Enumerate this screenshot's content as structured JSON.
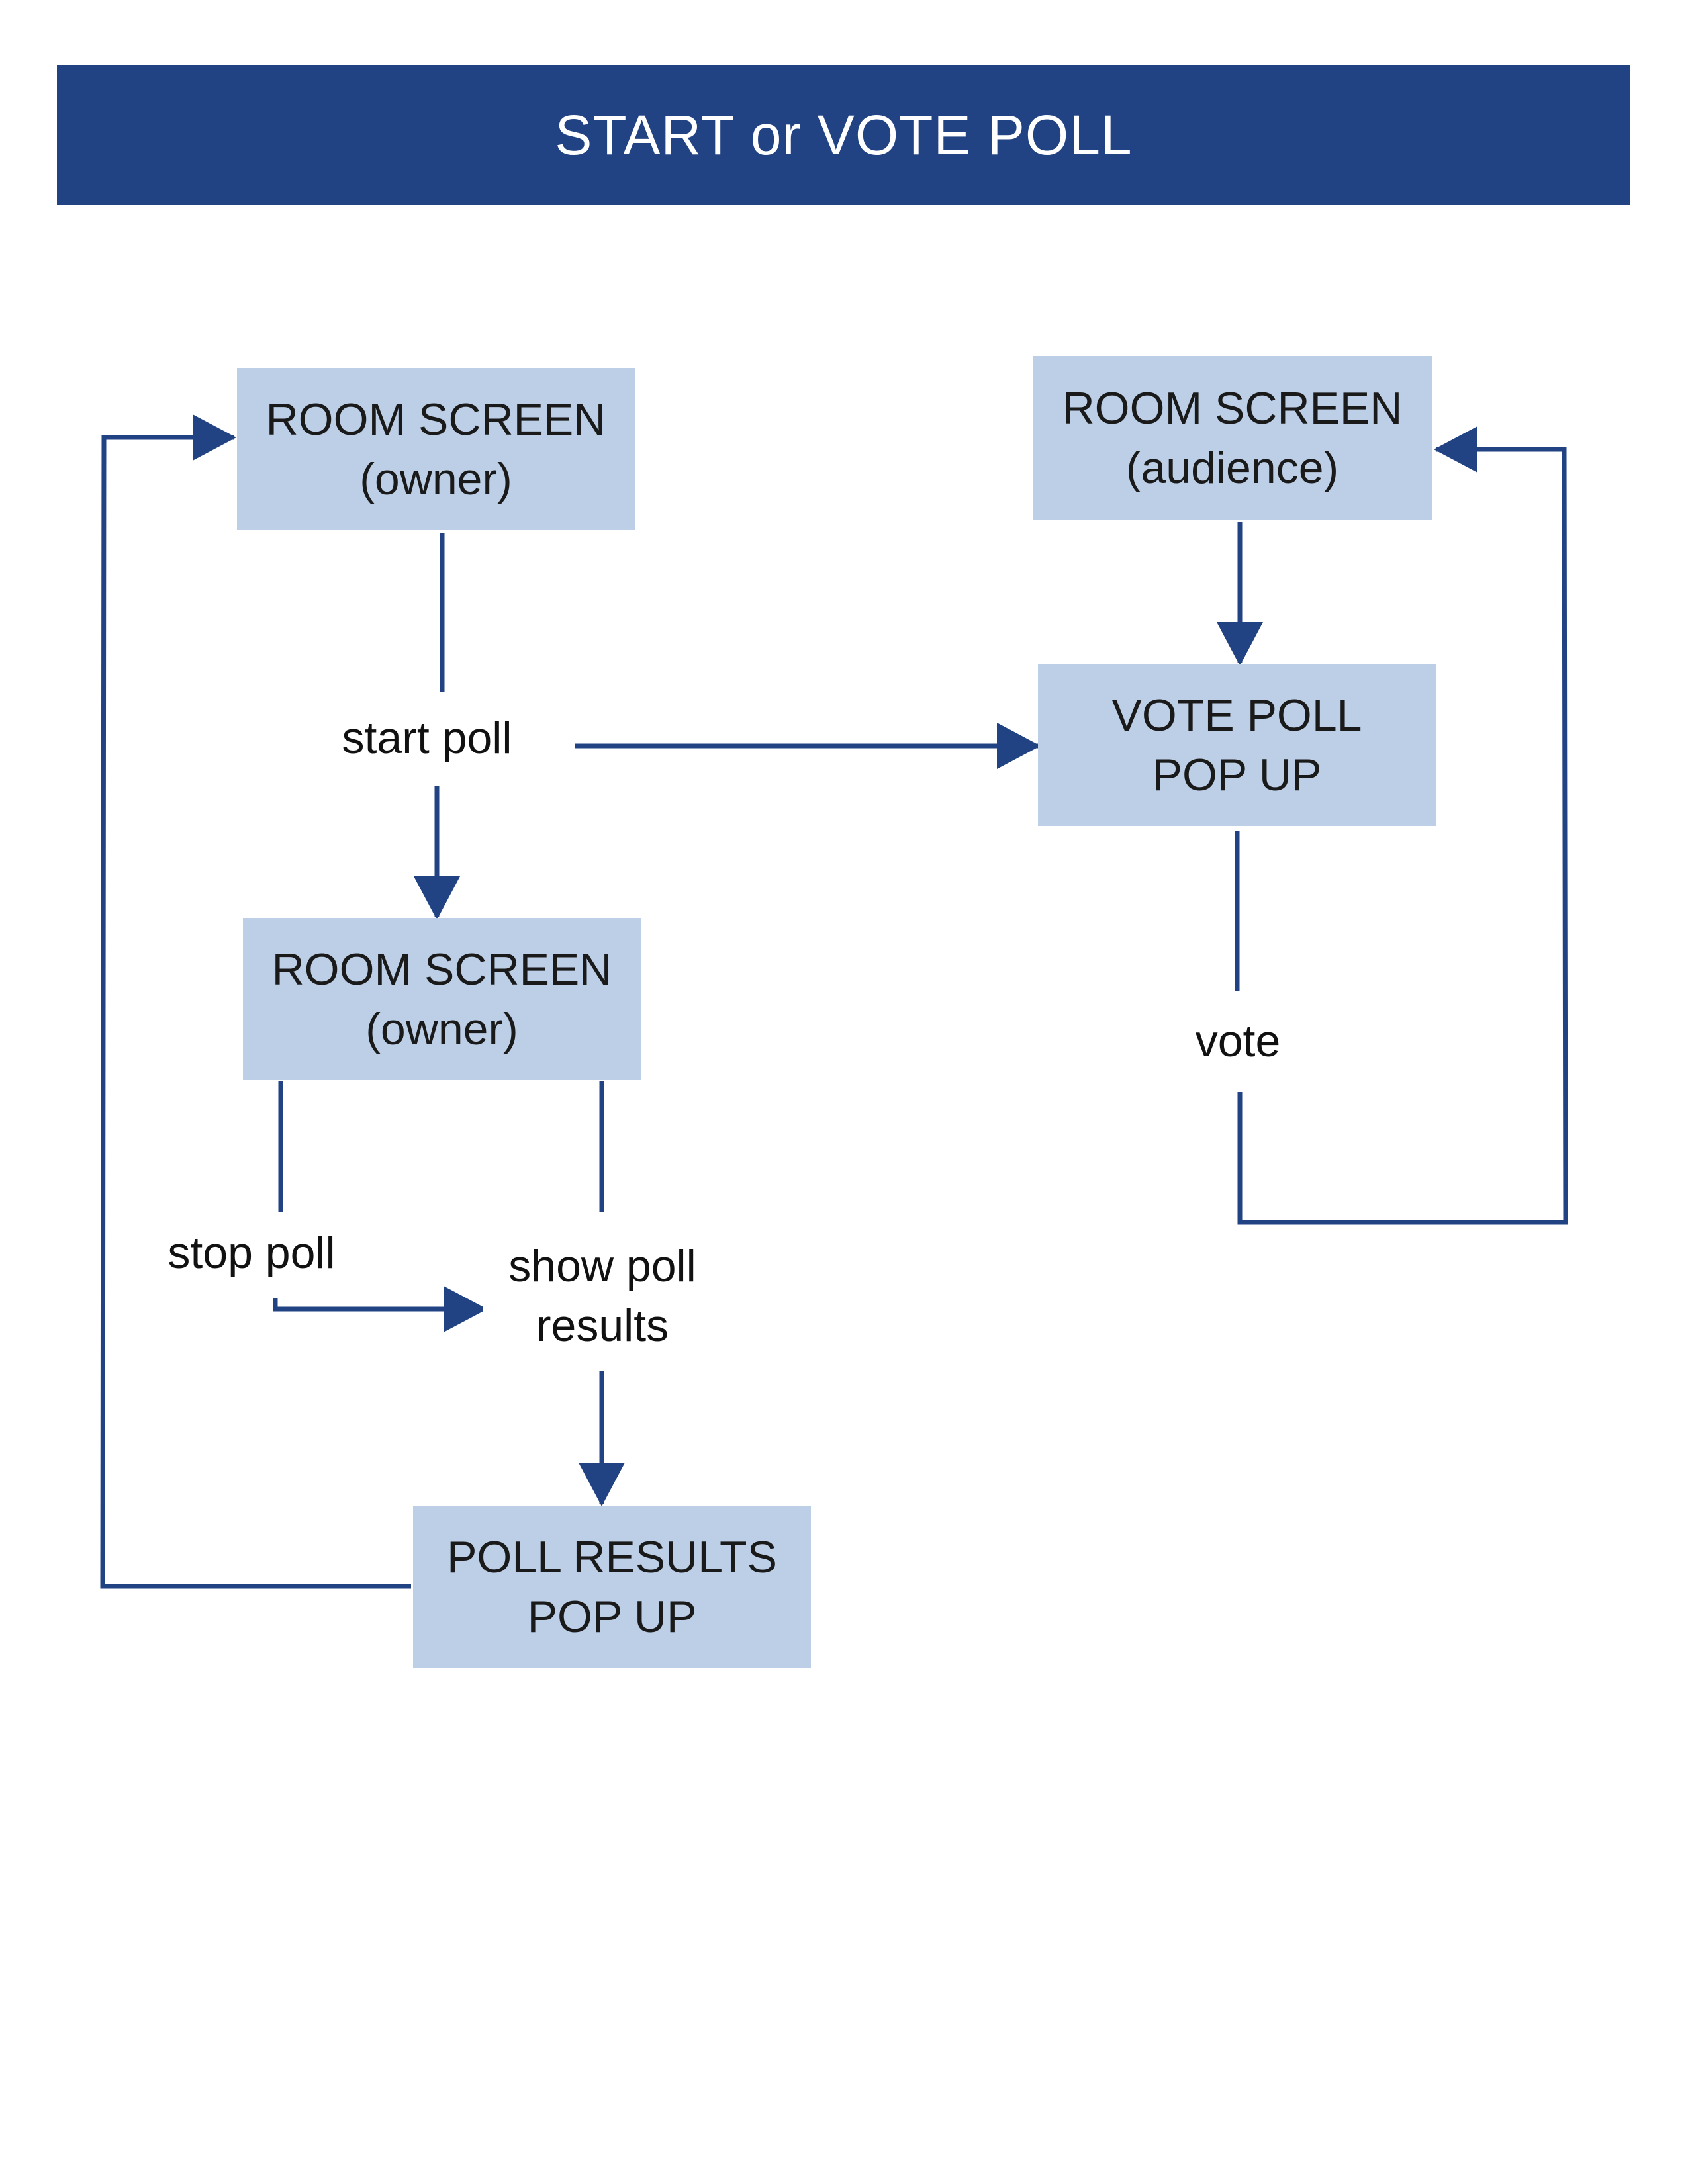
{
  "header": {
    "title": "START or VOTE POLL",
    "background": "#214283",
    "text_color": "#ffffff"
  },
  "colors": {
    "box_fill": "#bccfe6",
    "connector": "#214283"
  },
  "nodes": {
    "room_owner_top": {
      "line1": "ROOM SCREEN",
      "line2": "(owner)"
    },
    "room_audience": {
      "line1": "ROOM SCREEN",
      "line2": "(audience)"
    },
    "vote_poll_popup": {
      "line1": "VOTE POLL",
      "line2": "POP UP"
    },
    "room_owner_mid": {
      "line1": "ROOM SCREEN",
      "line2": "(owner)"
    },
    "poll_results_popup": {
      "line1": "POLL RESULTS",
      "line2": "POP UP"
    }
  },
  "edge_labels": {
    "start_poll": "start poll",
    "vote": "vote",
    "stop_poll": "stop poll",
    "show_poll_results_line1": "show poll",
    "show_poll_results_line2": "results"
  }
}
